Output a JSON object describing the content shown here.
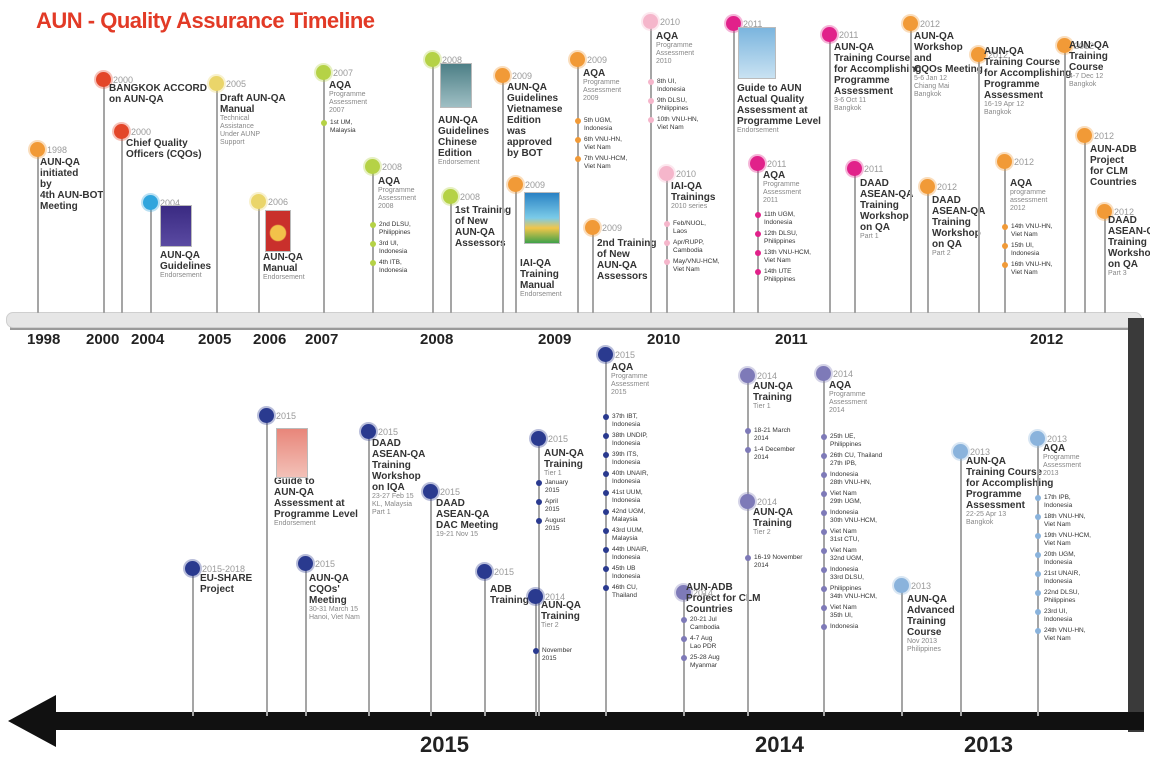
{
  "title": "AUN - Quality Assurance Timeline",
  "colors": {
    "orange": "#f19a37",
    "red": "#e34629",
    "yellow": "#ead56a",
    "lime": "#b5d246",
    "magenta": "#e1218a",
    "pink": "#f0a0c0",
    "ltpink": "#f5b6cb",
    "blue": "#30a5dd",
    "navy": "#2a3a8f",
    "purple": "#7e7ab8",
    "skyblue": "#8ab3dc"
  },
  "axis_years_top": [
    "1998",
    "2000",
    "2004",
    "2005",
    "2006",
    "2007",
    "2008",
    "2009",
    "2010",
    "2011",
    "2012"
  ],
  "axis_years_bottom": [
    "2015",
    "2014",
    "2013"
  ],
  "top_events": [
    {
      "id": "e1998",
      "year": "1998",
      "color": "orange",
      "title": [
        "AUN-QA",
        "initiated",
        "by",
        "4th AUN-BOT",
        "Meeting"
      ],
      "sub": []
    },
    {
      "id": "e2000a",
      "year": "2000",
      "color": "red",
      "title": [
        "BANGKOK ACCORD",
        "on AUN-QA"
      ],
      "sub": []
    },
    {
      "id": "e2000b",
      "year": "2000",
      "color": "red",
      "title": [
        "Chief Quality",
        "Officers (CQOs)"
      ],
      "sub": []
    },
    {
      "id": "e2004",
      "year": "2004",
      "color": "blue",
      "title": [
        "AUN-QA",
        "Guidelines"
      ],
      "sub": [
        "Endorsement"
      ]
    },
    {
      "id": "e2005",
      "year": "2005",
      "color": "yellow",
      "title": [
        "Draft AUN-QA",
        "Manual"
      ],
      "sub": [
        "Technical",
        "Assistance",
        "Under AUNP",
        "Support"
      ]
    },
    {
      "id": "e2006",
      "year": "2006",
      "color": "yellow",
      "title": [
        "AUN-QA",
        "Manual"
      ],
      "sub": [
        "Endorsement"
      ]
    },
    {
      "id": "e2007",
      "year": "2007",
      "color": "lime",
      "title": [
        "AQA"
      ],
      "sub": [
        "Programme",
        "Assessment",
        "2007"
      ],
      "items": [
        "1st UM,",
        "Malaysia"
      ]
    },
    {
      "id": "e2008a",
      "year": "2008",
      "color": "lime",
      "title": [
        "AQA"
      ],
      "sub": [
        "Programme",
        "Assessment",
        "2008"
      ],
      "items": [
        "2nd DLSU,",
        "Philippines",
        "3rd UI,",
        "Indonesia",
        "4th ITB,",
        "Indonesia"
      ]
    },
    {
      "id": "e2008b",
      "year": "2008",
      "color": "lime",
      "title": [
        "AUN-QA",
        "Guidelines",
        "Chinese",
        "Edition"
      ],
      "sub": [
        "Endorsement"
      ]
    },
    {
      "id": "e2008c",
      "year": "2008",
      "color": "lime",
      "title": [
        "1st Training",
        "of New",
        "AUN-QA",
        "Assessors"
      ],
      "sub": []
    },
    {
      "id": "e2009a",
      "year": "2009",
      "color": "orange",
      "title": [
        "AUN-QA",
        "Guidelines",
        "Vietnamese",
        "Edition",
        "was",
        "approved",
        "by BOT"
      ],
      "sub": []
    },
    {
      "id": "e2009b",
      "year": "2009",
      "color": "orange",
      "title": [
        "IAI-QA",
        "Training",
        "Manual"
      ],
      "sub": [
        "Endorsement"
      ]
    },
    {
      "id": "e2009c",
      "year": "2009",
      "color": "orange",
      "title": [
        "AQA"
      ],
      "sub": [
        "Programme",
        "Assessment",
        "2009"
      ],
      "items": [
        "5th UGM,",
        "Indonesia",
        "6th VNU-HN,",
        "Viet Nam",
        "7th VNU-HCM,",
        "Viet Nam"
      ]
    },
    {
      "id": "e2009d",
      "year": "2009",
      "color": "orange",
      "title": [
        "2nd Training",
        "of New",
        "AUN-QA",
        "Assessors"
      ],
      "sub": []
    },
    {
      "id": "e2010a",
      "year": "2010",
      "color": "ltpink",
      "title": [
        "AQA"
      ],
      "sub": [
        "Programme",
        "Assessment",
        "2010"
      ],
      "items": [
        "8th UI,",
        "Indonesia",
        "9th DLSU,",
        "Philippines",
        "10th VNU-HN,",
        "Viet Nam"
      ]
    },
    {
      "id": "e2010b",
      "year": "2010",
      "color": "ltpink",
      "title": [
        "IAI-QA",
        "Trainings"
      ],
      "sub": [
        "2010 series"
      ],
      "items": [
        "Feb/NUOL,",
        "Laos",
        "Apr/RUPP,",
        "Cambodia",
        "May/VNU-HCM,",
        "Viet Nam"
      ]
    },
    {
      "id": "e2011a",
      "year": "2011",
      "color": "magenta",
      "title": [
        "Guide to AUN",
        "Actual Quality",
        "Assessment at",
        "Programme Level"
      ],
      "sub": [
        "Endorsement"
      ]
    },
    {
      "id": "e2011b",
      "year": "2011",
      "color": "magenta",
      "title": [
        "AQA"
      ],
      "sub": [
        "Programme",
        "Assessment",
        "2011"
      ],
      "items": [
        "11th UGM,",
        "Indonesia",
        "12th DLSU,",
        "Philippines",
        "13th VNU-HCM,",
        "Viet Nam",
        "14th UTE",
        "Philippines"
      ]
    },
    {
      "id": "e2011c",
      "year": "2011",
      "color": "magenta",
      "title": [
        "AUN-QA",
        "Training Course",
        "for Accomplishing",
        "Programme",
        "Assessment"
      ],
      "sub": [
        "3-6 Oct 11",
        "Bangkok"
      ]
    },
    {
      "id": "e2011d",
      "year": "2011",
      "color": "magenta",
      "title": [
        "DAAD",
        "ASEAN-QA",
        "Training",
        "Workshop",
        "on QA"
      ],
      "sub": [
        "Part 1"
      ]
    },
    {
      "id": "e2012a",
      "year": "2012",
      "color": "orange",
      "title": [
        "AUN-QA",
        "Workshop",
        "and",
        "CQOs Meeting"
      ],
      "sub": [
        "5-6 Jan 12",
        "Chiang Mai",
        "Bangkok"
      ]
    },
    {
      "id": "e2012b",
      "year": "2012",
      "color": "orange",
      "title": [
        "DAAD",
        "ASEAN-QA",
        "Training",
        "Workshop",
        "on QA"
      ],
      "sub": [
        "Part 2"
      ]
    },
    {
      "id": "e2012c",
      "year": "2012",
      "color": "orange",
      "title": [
        "AUN-QA",
        "Training Course",
        "for Accomplishing",
        "Programme",
        "Assessment"
      ],
      "sub": [
        "16-19 Apr 12",
        "Bangkok"
      ]
    },
    {
      "id": "e2012d",
      "year": "2012",
      "color": "orange",
      "title": [
        "AQA"
      ],
      "sub": [
        "programme",
        "assessment",
        "2012"
      ],
      "items": [
        "14th VNU-HN,",
        "Viet Nam",
        "15th UI,",
        "Indonesia",
        "16th VNU-HN,",
        "Viet Nam"
      ]
    },
    {
      "id": "e2012e",
      "year": "2012",
      "color": "orange",
      "title": [
        "AUN-QA",
        "Training",
        "Course"
      ],
      "sub": [
        "4-7 Dec 12",
        "Bangkok"
      ]
    },
    {
      "id": "e2012f",
      "year": "2012",
      "color": "orange",
      "title": [
        "AUN-ADB",
        "Project",
        "for CLM",
        "Countries"
      ],
      "sub": []
    },
    {
      "id": "e2012g",
      "year": "2012",
      "color": "orange",
      "title": [
        "DAAD",
        "ASEAN-QA",
        "Training",
        "Workshop",
        "on QA"
      ],
      "sub": [
        "Part 3"
      ]
    }
  ],
  "bottom_events": [
    {
      "id": "b2015a",
      "year": "2015-2018",
      "color": "navy",
      "title": [
        "EU-SHARE",
        "Project"
      ],
      "sub": []
    },
    {
      "id": "b2015b",
      "year": "2015",
      "color": "navy",
      "title": [
        "Guide to",
        "AUN-QA",
        "Assessment at",
        "Programme Level"
      ],
      "sub": [
        "Endorsement"
      ]
    },
    {
      "id": "b2015c",
      "year": "2015",
      "color": "navy",
      "title": [
        "AUN-QA",
        "CQOs'",
        "Meeting"
      ],
      "sub": [
        "30-31 March 15",
        "Hanoi, Viet Nam"
      ]
    },
    {
      "id": "b2015d",
      "year": "2015",
      "color": "navy",
      "title": [
        "DAAD",
        "ASEAN-QA",
        "Training",
        "Workshop",
        "on IQA"
      ],
      "sub": [
        "23-27 Feb 15",
        "KL, Malaysia",
        "Part 1"
      ]
    },
    {
      "id": "b2015e",
      "year": "2015",
      "color": "navy",
      "title": [
        "DAAD",
        "ASEAN-QA",
        "DAC Meeting"
      ],
      "sub": [
        "19-21 Nov 15"
      ]
    },
    {
      "id": "b2015f",
      "year": "2015",
      "color": "navy",
      "title": [
        "ADB",
        "Training"
      ],
      "sub": []
    },
    {
      "id": "b2015g",
      "year": "2015",
      "color": "navy",
      "title": [
        "AUN-QA",
        "Training"
      ],
      "sub": [
        "Tier 1"
      ],
      "items": [
        "January",
        "2015",
        "April",
        "2015",
        "August",
        "2015"
      ]
    },
    {
      "id": "b2014a",
      "year": "2014",
      "color": "navy",
      "title": [
        "AUN-QA",
        "Training"
      ],
      "sub": [
        "Tier 2"
      ],
      "items": [
        "November",
        "2015"
      ]
    },
    {
      "id": "b2015h",
      "year": "2015",
      "color": "navy",
      "title": [
        "AQA"
      ],
      "sub": [
        "Programme",
        "Assessment",
        "2015"
      ],
      "items": [
        "37th IBT,",
        "Indonesia",
        "38th UNDIP,",
        "Indonesia",
        "39th ITS,",
        "Indonesia",
        "40th UNAIR,",
        "Indonesia",
        "41st UUM,",
        "Indonesia",
        "42nd UGM,",
        "Malaysia",
        "43rd UUM,",
        "Malaysia",
        "44th UNAIR,",
        "Indonesia",
        "45th UB",
        "Indonesia",
        "46th CU,",
        "Thailand"
      ]
    },
    {
      "id": "b2014b",
      "year": "2014",
      "color": "purple",
      "title": [
        "AUN-ADB",
        "Project for CLM",
        "Countries"
      ],
      "sub": [],
      "items": [
        "20-21 Jul",
        "Cambodia",
        "4-7 Aug",
        "Lao PDR",
        "25-28 Aug",
        "Myanmar"
      ]
    },
    {
      "id": "b2014c",
      "year": "2014",
      "color": "purple",
      "title": [
        "AUN-QA",
        "Training"
      ],
      "sub": [
        "Tier 1"
      ],
      "items": [
        "18-21 March",
        "2014",
        "1-4 December",
        "2014"
      ]
    },
    {
      "id": "b2014d",
      "year": "2014",
      "color": "purple",
      "title": [
        "AUN-QA",
        "Training"
      ],
      "sub": [
        "Tier 2"
      ],
      "items": [
        "16-19 November",
        "2014"
      ]
    },
    {
      "id": "b2014e",
      "year": "2014",
      "color": "purple",
      "title": [
        "AQA"
      ],
      "sub": [
        "Programme",
        "Assessment",
        "2014"
      ],
      "items": [
        "25th UE,",
        "Philippines",
        "26th CU, Thailand",
        "27th IPB,",
        "Indonesia",
        "28th VNU-HN,",
        "Viet Nam",
        "29th UGM,",
        "Indonesia",
        "30th VNU-HCM,",
        "Viet Nam",
        "31st CTU,",
        "Viet Nam",
        "32nd UGM,",
        "Indonesia",
        "33rd DLSU,",
        "Philippines",
        "34th VNU-HCM,",
        "Viet Nam",
        "35th UI,",
        "Indonesia"
      ]
    },
    {
      "id": "b2013a",
      "year": "2013",
      "color": "skyblue",
      "title": [
        "AUN-QA",
        "Advanced",
        "Training",
        "Course"
      ],
      "sub": [
        "Nov 2013",
        "Philippines"
      ]
    },
    {
      "id": "b2013b",
      "year": "2013",
      "color": "skyblue",
      "title": [
        "AUN-QA",
        "Training Course",
        "for Accomplishing",
        "Programme",
        "Assessment"
      ],
      "sub": [
        "22-25 Apr 13",
        "Bangkok"
      ]
    },
    {
      "id": "b2013c",
      "year": "2013",
      "color": "skyblue",
      "title": [
        "AQA"
      ],
      "sub": [
        "Programme",
        "Assessment",
        "2013"
      ],
      "items": [
        "17th IPB,",
        "Indonesia",
        "18th VNU-HN,",
        "Viet Nam",
        "19th VNU-HCM,",
        "Viet Nam",
        "20th UGM,",
        "Indonesia",
        "21st UNAIR,",
        "Indonesia",
        "22nd DLSU,",
        "Philippines",
        "23rd UI,",
        "Indonesia",
        "24th VNU-HN,",
        "Viet Nam"
      ]
    }
  ]
}
